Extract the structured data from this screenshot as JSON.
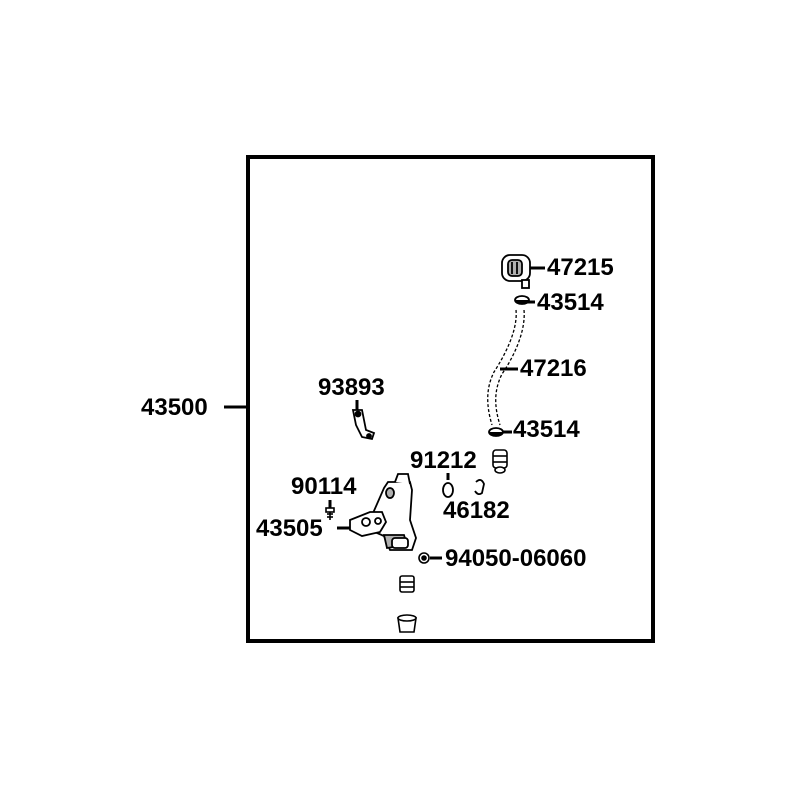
{
  "diagram": {
    "assembly_part_number": "43500",
    "parts": [
      {
        "number": "47215"
      },
      {
        "number": "43514"
      },
      {
        "number": "47216"
      },
      {
        "number": "43514"
      },
      {
        "number": "93893"
      },
      {
        "number": "91212"
      },
      {
        "number": "90114"
      },
      {
        "number": "46182"
      },
      {
        "number": "43505"
      },
      {
        "number": "94050-06060"
      }
    ]
  },
  "colors": {
    "line": "#000000",
    "background": "#ffffff",
    "shade": "#b0b0b0"
  }
}
